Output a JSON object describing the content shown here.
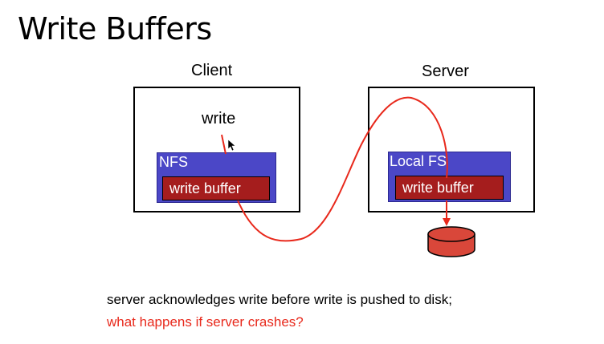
{
  "title": "Write Buffers",
  "client": {
    "label": "Client",
    "op_label": "write",
    "layer_label": "NFS",
    "buffer_label": "write buffer"
  },
  "server": {
    "label": "Server",
    "layer_label": "Local FS",
    "buffer_label": "write buffer"
  },
  "caption": {
    "line1": "server acknowledges write before write is pushed to disk;",
    "line2": "what happens if server crashes?"
  },
  "colors": {
    "fs_layer": "#4b47c7",
    "buffer": "#a51d1d",
    "path_line": "#e8291c",
    "disk": "#d9473a",
    "question_text": "#e8291c"
  },
  "icons": [
    "disk-icon",
    "cursor-icon"
  ]
}
